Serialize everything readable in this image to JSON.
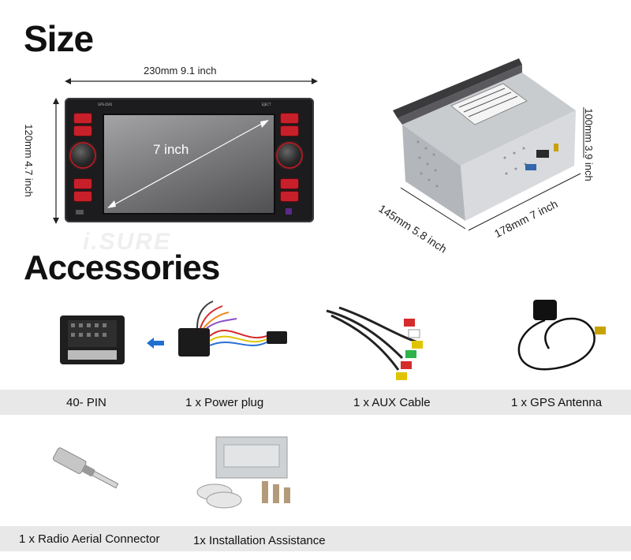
{
  "headings": {
    "size": "Size",
    "accessories": "Accessories"
  },
  "dimensions": {
    "width": "230mm 9.1 inch",
    "height": "120mm 4.7 inch",
    "screen": "7 inch",
    "unit_height": "100mm 3.9 inch",
    "unit_depth": "145mm 5.8 inch",
    "unit_width": "178mm 7 inch"
  },
  "accessories": [
    {
      "label": "40- PIN"
    },
    {
      "label": "1 x Power plug"
    },
    {
      "label": "1 x AUX Cable"
    },
    {
      "label": "1 x GPS Antenna"
    },
    {
      "label": "1 x Radio Aerial Connector"
    },
    {
      "label": "1x Installation Assistance"
    }
  ],
  "watermark": "i.SURE",
  "colors": {
    "band": "#e8e8e8",
    "button_red": "#c8202a",
    "arrow_blue": "#1f6fd1"
  }
}
